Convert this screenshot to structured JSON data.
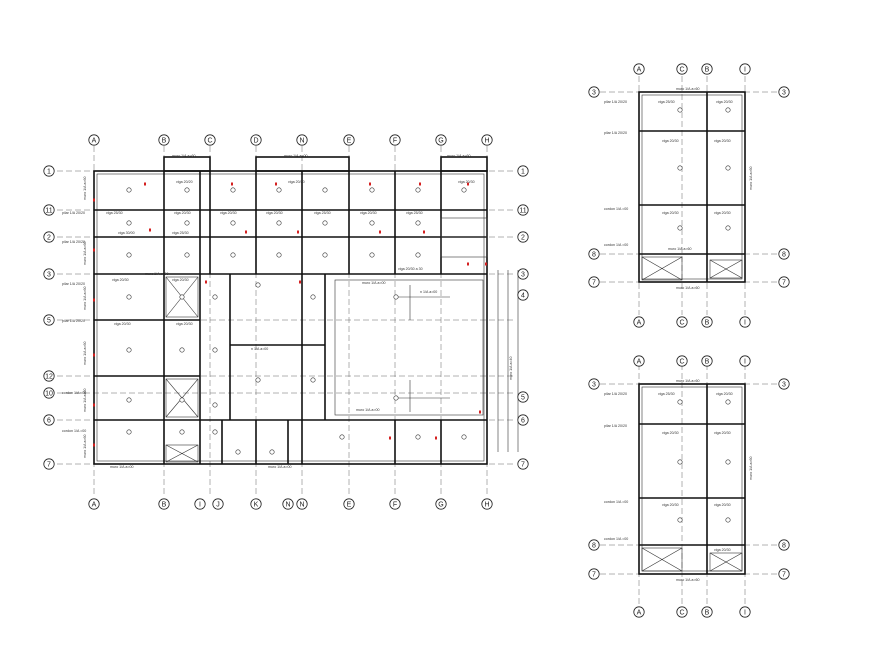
{
  "main_plan": {
    "top_axes": [
      "A",
      "B",
      "C",
      "D",
      "N",
      "E",
      "F",
      "G",
      "H"
    ],
    "bottom_axes": [
      "A",
      "B",
      "I",
      "J",
      "K",
      "N",
      "N",
      "E",
      "F",
      "G",
      "H"
    ],
    "left_axes": [
      "1",
      "11",
      "2",
      "3",
      "5",
      "12",
      "10",
      "6",
      "7"
    ],
    "right_axes": [
      "1",
      "11",
      "2",
      "3",
      "4",
      "5",
      "6",
      "7"
    ],
    "labels": {
      "muro_top": "muro 1/A a=60",
      "muro_top_mid": "muro 1/A a=00",
      "muro_top_right": "muro 1/A a=60",
      "viga_a": "viga 20/20",
      "viga_b": "viga 20/20",
      "viga_c": "viga 20/30",
      "viga_d": "viga 25/30",
      "viga_e": "viga 20/30",
      "viga_f": "viga 20/30",
      "viga_g": "viga 20/30",
      "viga_h": "viga 25/30",
      "viga_i": "viga 20/30",
      "viga_j": "viga 25/30",
      "viga_k": "viga 30/00",
      "viga_l": "viga 25/30",
      "viga_m": "viga 20/30",
      "viga_n": "viga 20/30",
      "viga_o": "viga 20/30",
      "viga_p": "viga 20/30",
      "muro_mid": "muro 1/A a=00",
      "muro_bottom": "muro 1/A a=00",
      "muro_bottom_b": "muro 1/A a=00",
      "muro_right": "muro 1/A a=40",
      "muro_void_top": "muro 1/A a=00",
      "muro_void_bottom": "muro 1/A a=00",
      "viga_void": "viga 20/30 a 30",
      "n_1": "n 1/A a=00",
      "n_2": "n 1/A a=00",
      "left_pilar_1": "pilar 1/A 20/20",
      "left_pilar_2": "pilar 1/A 20/20",
      "left_pilar_3": "pilar 1/A 20/20",
      "left_pilar_4": "pilar 1/A 20/20",
      "left_pilar_5": "cordon 1/A =00",
      "left_pilar_6": "cordon 1/A =00",
      "left_muro_1": "muro 1/A a=60",
      "left_muro_2": "muro 1/A a=60",
      "left_muro_3": "muro 1/A a=60",
      "left_muro_4": "muro 1/A a=60",
      "left_muro_5": "muro 1/A a=60",
      "left_muro_6": "muro 1/A a=60"
    }
  },
  "plan_top_right": {
    "top_axes": [
      "A",
      "C",
      "B",
      "I"
    ],
    "bottom_axes": [
      "A",
      "C",
      "B",
      "I"
    ],
    "left_axes": [
      "3",
      "8",
      "7"
    ],
    "right_axes": [
      "3",
      "8",
      "7"
    ],
    "labels": {
      "muro_top": "muro 1/A a=60",
      "viga_1": "viga 25/30",
      "viga_2": "viga 20/30",
      "viga_3": "viga 20/30",
      "viga_4": "viga 20/30",
      "viga_5": "viga 20/30",
      "viga_6": "viga 20/30",
      "muro_low": "muro 1/A a=60",
      "muro_bottom": "muro 1/A a=60",
      "pilar_1": "pilar 1/A 20/20",
      "pilar_2": "pilar 1/A 20/20",
      "pilar_3": "cordon 1/A =00",
      "pilar_4": "cordon 1/A =00",
      "right_1": "muro 1/A a=60"
    }
  },
  "plan_bottom_right": {
    "top_axes": [
      "A",
      "C",
      "B",
      "I"
    ],
    "bottom_axes": [
      "A",
      "C",
      "B",
      "I"
    ],
    "left_axes": [
      "3",
      "8",
      "7"
    ],
    "right_axes": [
      "3",
      "8",
      "7"
    ],
    "labels": {
      "muro_top": "muro 1/A a=60",
      "viga_1": "viga 25/30",
      "viga_2": "viga 20/30",
      "viga_3": "viga 20/30",
      "viga_4": "viga 20/30",
      "viga_5": "viga 20/30",
      "viga_6": "viga 20/30",
      "viga_7": "viga 20/30",
      "muro_bottom": "muro 1/A a=60",
      "pilar_1": "pilar 1/A 20/20",
      "pilar_2": "pilar 1/A 20/20",
      "pilar_3": "cordon 1/A =00",
      "pilar_4": "cordon 1/A =00",
      "right_1": "muro 1/A a=60"
    }
  },
  "colors": {
    "line": "#222222",
    "marker": "#d42020",
    "paper": "#ffffff"
  }
}
